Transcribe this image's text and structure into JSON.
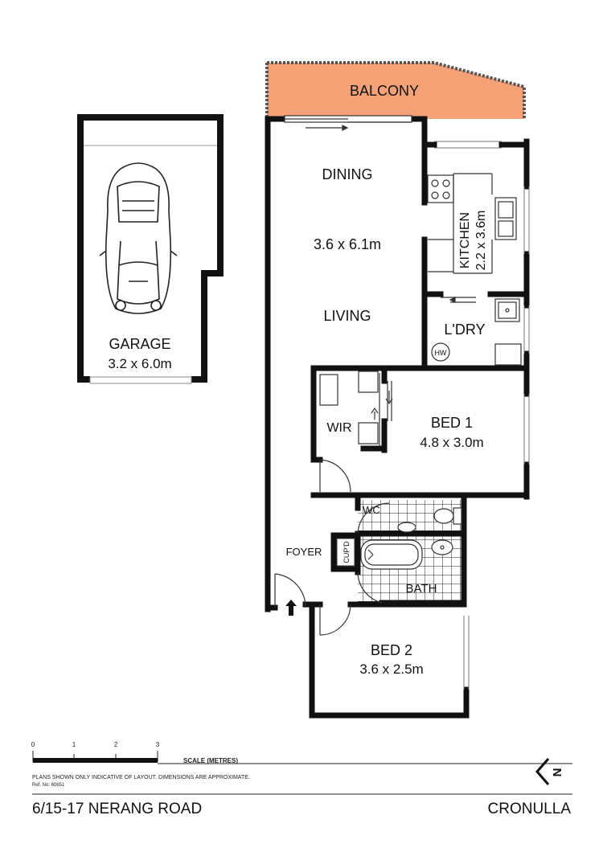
{
  "rooms": {
    "balcony": "BALCONY",
    "dining": "DINING",
    "living_dining_size": "3.6 x 6.1m",
    "living": "LIVING",
    "kitchen": "KITCHEN",
    "kitchen_size": "2.2 x 3.6m",
    "laundry": "L'DRY",
    "hot_water": "HW",
    "garage": "GARAGE",
    "garage_size": "3.2 x 6.0m",
    "wir": "WIR",
    "bed1": "BED 1",
    "bed1_size": "4.8 x 3.0m",
    "wc": "WC",
    "foyer": "FOYER",
    "cupboard": "CUP'D",
    "bath": "BATH",
    "bed2": "BED 2",
    "bed2_size": "3.6 x 2.5m"
  },
  "scale": {
    "ticks": [
      "0",
      "1",
      "2",
      "3"
    ],
    "label": "SCALE (METRES)",
    "disclaimer": "PLANS SHOWN ONLY INDICATIVE OF LAYOUT. DIMENSIONS ARE APPROXIMATE.",
    "ref": "Ref. No: 60651"
  },
  "compass": {
    "letter": "N"
  },
  "footer": {
    "address": "6/15-17 NERANG ROAD",
    "suburb": "CRONULLA"
  },
  "colors": {
    "wall": "#111111",
    "balcony": "#f4a178",
    "fixture": "#444444"
  }
}
